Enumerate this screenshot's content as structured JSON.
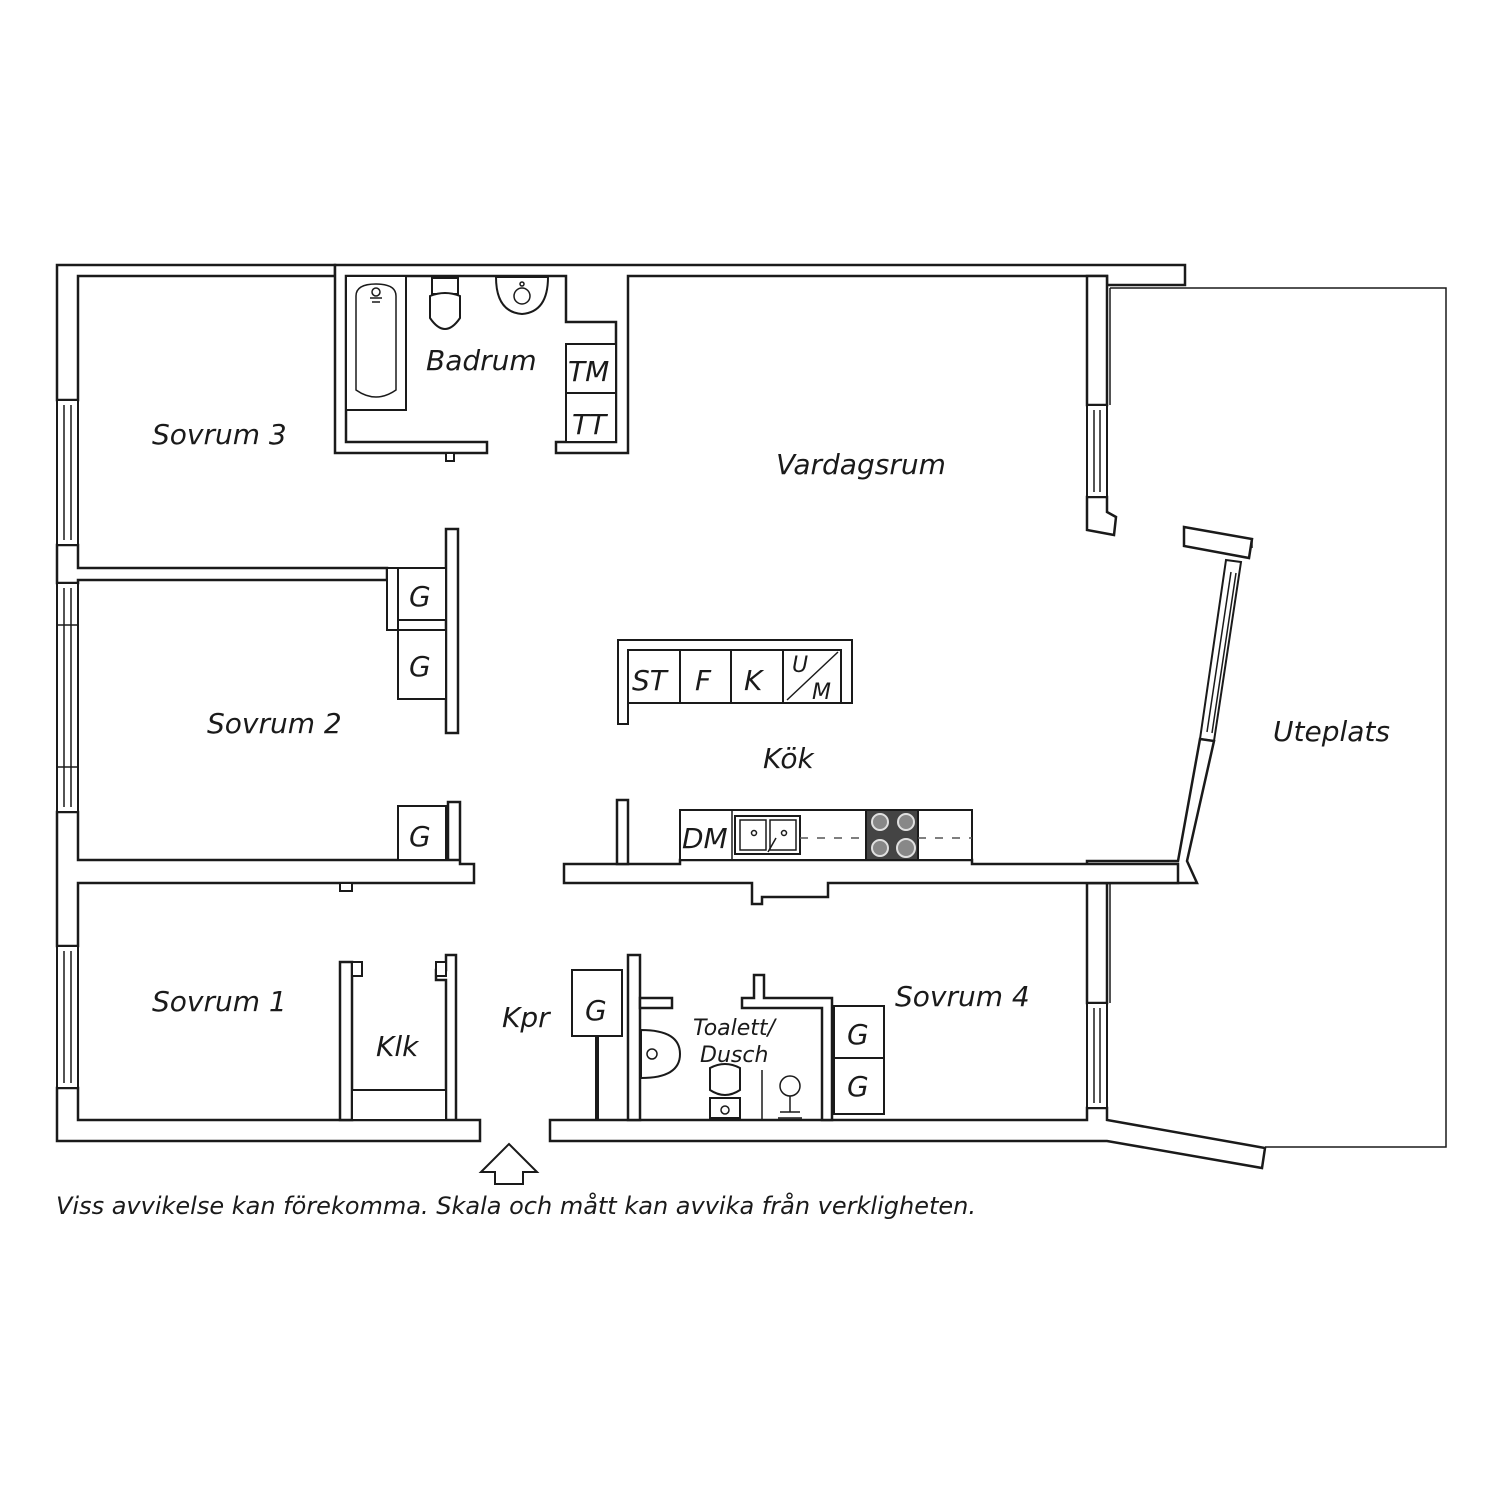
{
  "rooms": {
    "sovrum3": "Sovrum 3",
    "badrum": "Badrum",
    "vardagsrum": "Vardagsrum",
    "sovrum2": "Sovrum 2",
    "kok": "Kök",
    "uteplats": "Uteplats",
    "sovrum1": "Sovrum 1",
    "klk": "Klk",
    "kpr": "Kpr",
    "toalett_line1": "Toalett/",
    "toalett_line2": "Dusch",
    "sovrum4": "Sovrum 4"
  },
  "fixtures": {
    "tm": "TM",
    "tt": "TT",
    "st": "ST",
    "f": "F",
    "k": "K",
    "u": "U",
    "m": "M",
    "dm": "DM",
    "wardrobe": "G"
  },
  "disclaimer": "Viss avvikelse kan förekomma. Skala och mått kan avvika från verkligheten."
}
